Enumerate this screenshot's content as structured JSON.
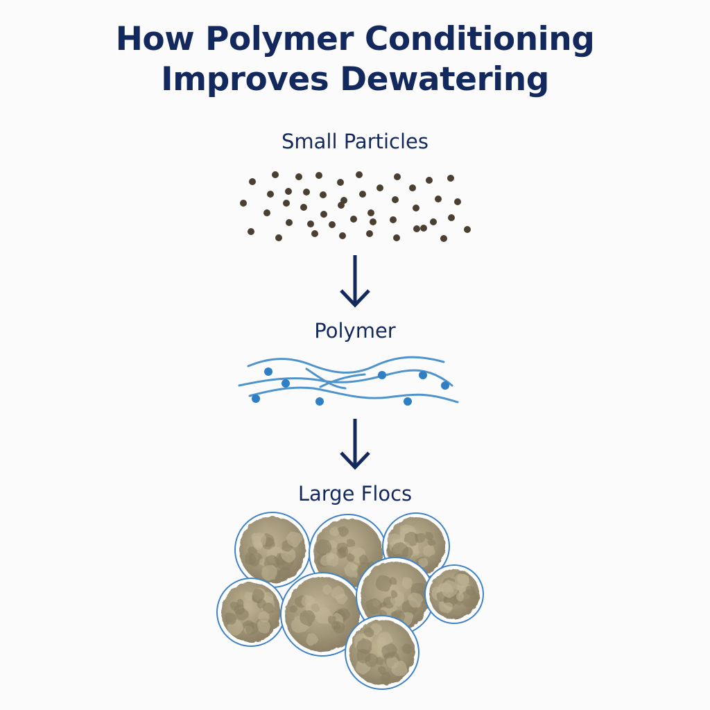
{
  "title": {
    "line1": "How Polymer Conditioning",
    "line2": "Improves Dewatering"
  },
  "stages": {
    "small_particles": "Small Particles",
    "polymer": "Polymer",
    "large_flocs": "Large Flocs"
  },
  "colors": {
    "text": "#13285c",
    "particle": "#4a3f30",
    "polymer_strand": "#4f93cc",
    "polymer_dot": "#2f7fc4",
    "floc_fill": "#a69a78",
    "floc_outline": "#3f82c6",
    "arrow": "#13285c"
  },
  "icons": {
    "arrow": "arrow-down-icon",
    "particles": "particle-cluster-icon",
    "polymer": "polymer-strand-icon",
    "flocs": "floc-cluster-icon"
  }
}
